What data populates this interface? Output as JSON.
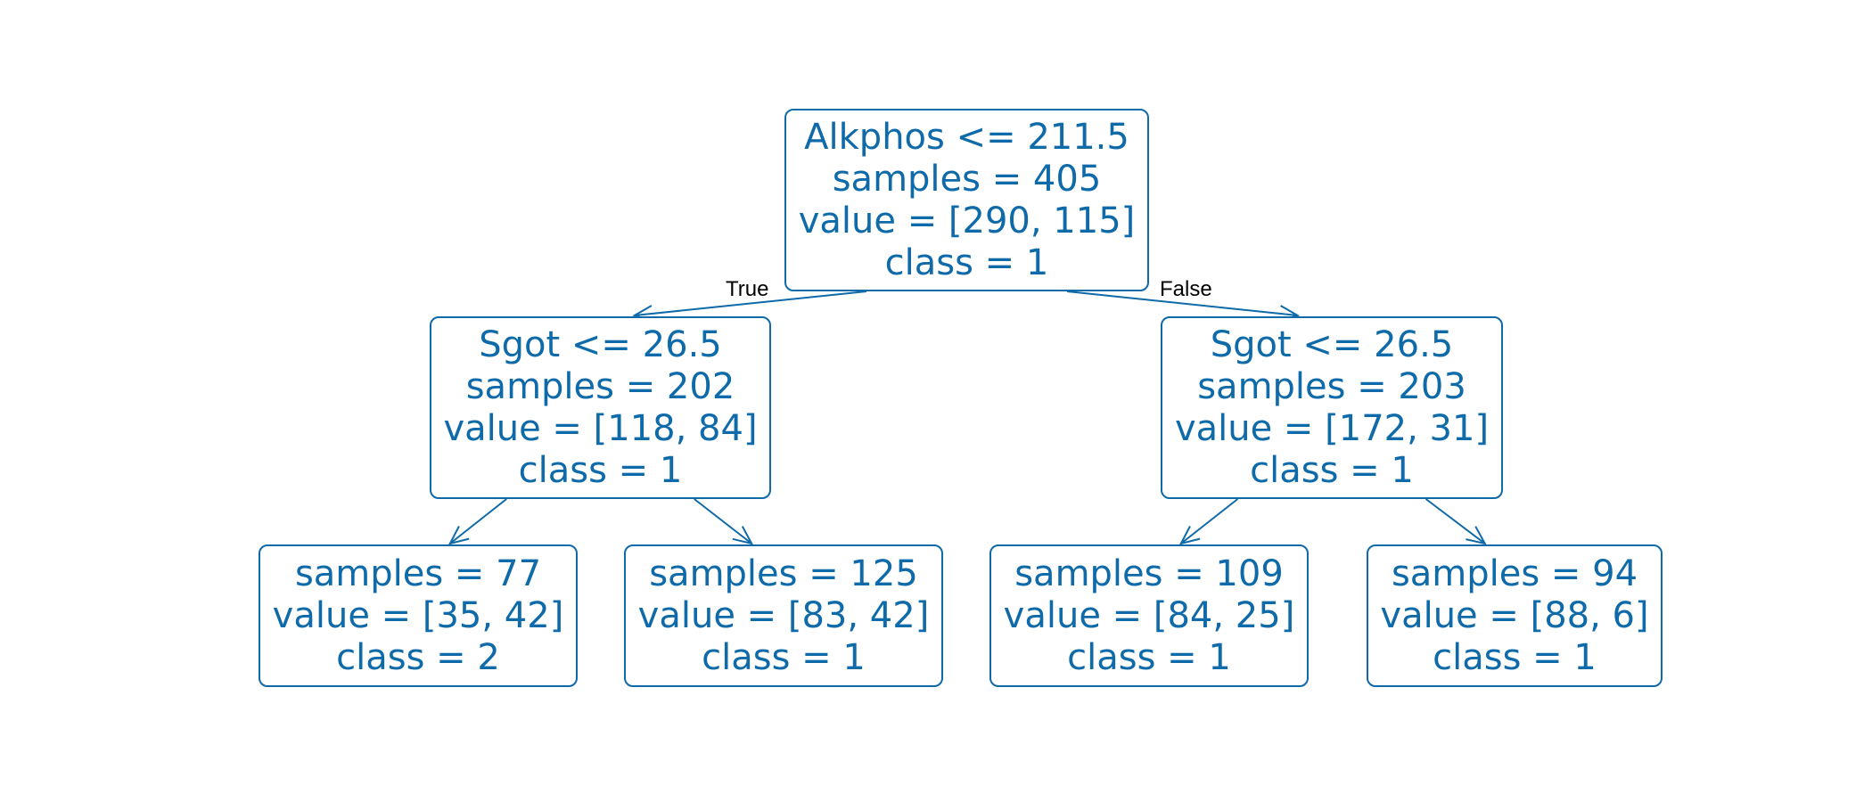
{
  "colors": {
    "node_border": "#0e6aa9",
    "node_text": "#0e6aa9",
    "edge": "#0e6aa9",
    "edge_label": "#000000",
    "background": "#ffffff"
  },
  "tree": {
    "nodes": [
      {
        "id": "root",
        "lines": [
          "Alkphos <= 211.5",
          "samples = 405",
          "value = [290, 115]",
          "class = 1"
        ]
      },
      {
        "id": "left",
        "lines": [
          "Sgot <= 26.5",
          "samples = 202",
          "value = [118, 84]",
          "class = 1"
        ]
      },
      {
        "id": "right",
        "lines": [
          "Sgot <= 26.5",
          "samples = 203",
          "value = [172, 31]",
          "class = 1"
        ]
      },
      {
        "id": "left-left",
        "lines": [
          "samples = 77",
          "value = [35, 42]",
          "class = 2"
        ]
      },
      {
        "id": "left-right",
        "lines": [
          "samples = 125",
          "value = [83, 42]",
          "class = 1"
        ]
      },
      {
        "id": "right-left",
        "lines": [
          "samples = 109",
          "value = [84, 25]",
          "class = 1"
        ]
      },
      {
        "id": "right-right",
        "lines": [
          "samples = 94",
          "value = [88, 6]",
          "class = 1"
        ]
      }
    ],
    "edges": [
      {
        "from": "root",
        "to": "left",
        "label": "True"
      },
      {
        "from": "root",
        "to": "right",
        "label": "False"
      },
      {
        "from": "left",
        "to": "left-left",
        "label": ""
      },
      {
        "from": "left",
        "to": "left-right",
        "label": ""
      },
      {
        "from": "right",
        "to": "right-left",
        "label": ""
      },
      {
        "from": "right",
        "to": "right-right",
        "label": ""
      }
    ]
  }
}
